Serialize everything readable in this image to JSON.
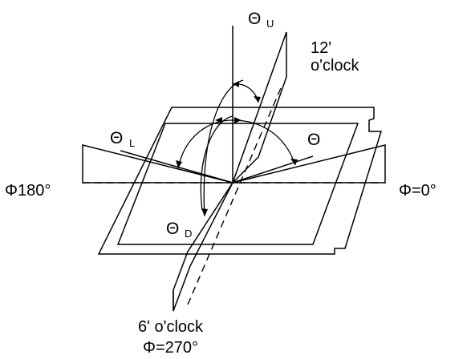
{
  "labels": {
    "theta_u": "Θ",
    "theta_u_sub": "U",
    "twelve": "12'",
    "oclock_top": "o'clock",
    "theta_l": "Θ",
    "theta_l_sub": "L",
    "theta": "Θ",
    "phi180": "Φ180°",
    "phi0": "Φ=0°",
    "theta_d": "Θ",
    "theta_d_sub": "D",
    "six_oclock": "6' o'clock",
    "phi270": "Φ=270°"
  }
}
